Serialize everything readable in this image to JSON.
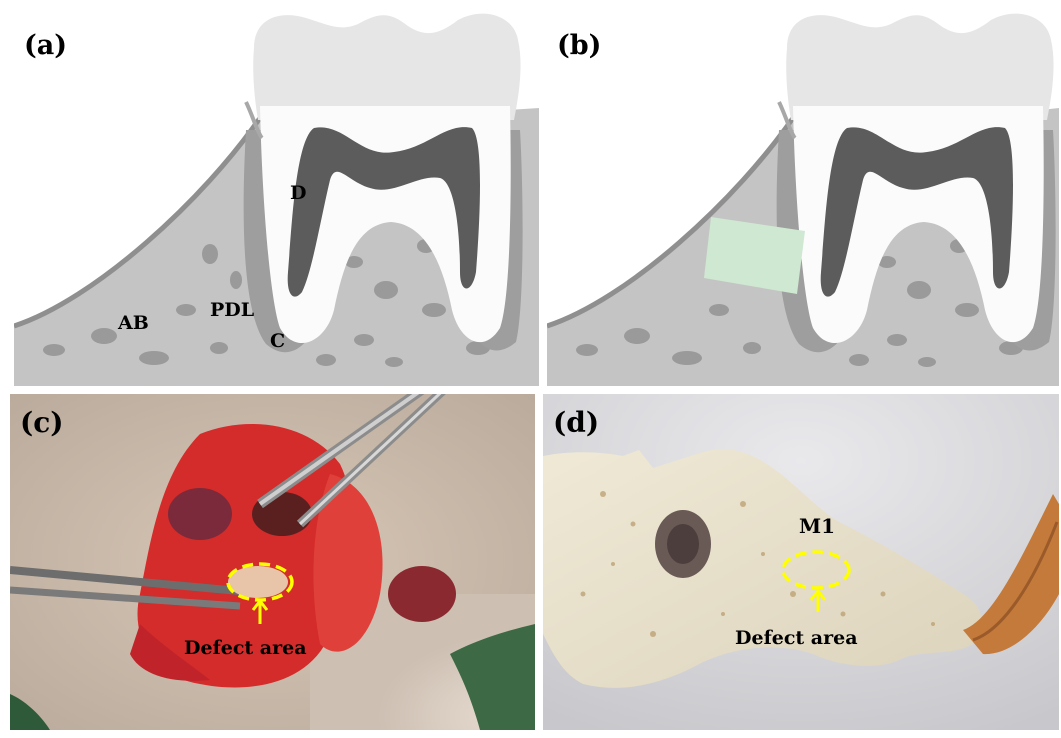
{
  "panels": {
    "a": {
      "label": "(a)",
      "structures": {
        "dentin": "D",
        "alveolar_bone": "AB",
        "periodontal_ligament": "PDL",
        "cementum": "C"
      }
    },
    "b": {
      "label": "(b)",
      "graft_color": "#cfe8d2"
    },
    "c": {
      "label": "(c)",
      "annotation": "Defect area"
    },
    "d": {
      "label": "(d)",
      "tooth_label": "M1",
      "annotation": "Defect area"
    }
  },
  "colors": {
    "marker": "#ffff00",
    "bone": "#c4c4c4",
    "enamel": "#e6e6e6",
    "pulp": "#5c5c5c",
    "ligament": "#9e9e9e"
  }
}
